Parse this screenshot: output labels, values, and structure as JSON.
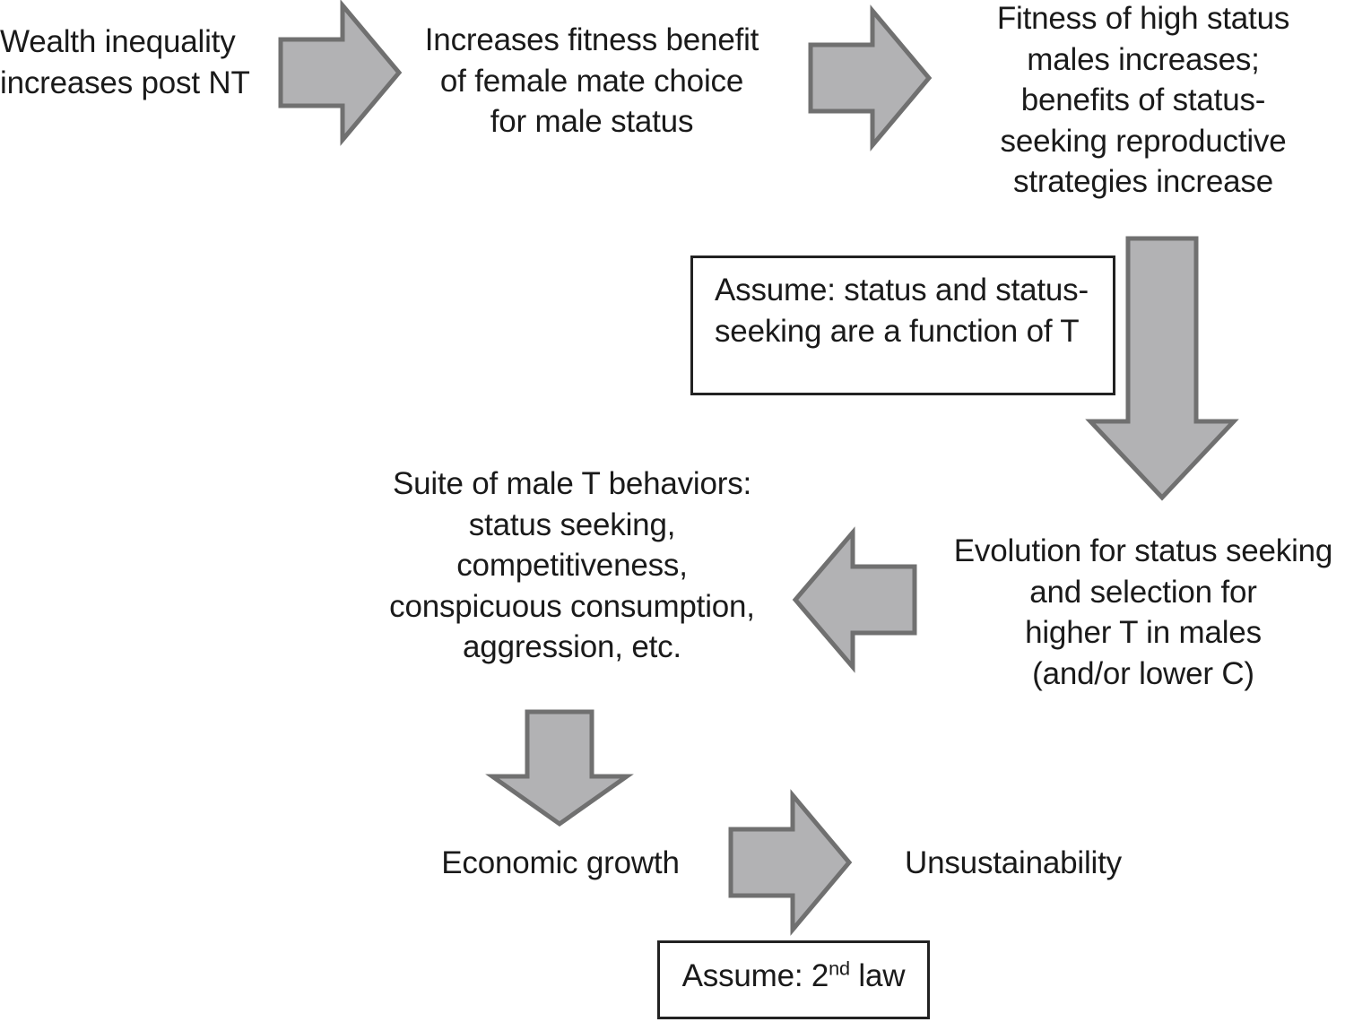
{
  "figure": {
    "type": "flowchart",
    "background_color": "#ffffff",
    "arrow_fill_color": "#b2b2b4",
    "arrow_stroke_color": "#707070",
    "text_color": "#1a1a1a",
    "box_border_color": "#222222"
  },
  "nodes": {
    "wealth_inequality": "Wealth inequality\nincreases post NT",
    "fitness_benefit": "Increases fitness benefit\nof female mate choice\nfor male status",
    "high_status_fitness": "Fitness of high status\nmales increases;\nbenefits of status-\nseeking reproductive\nstrategies increase",
    "evolution_status": "Evolution for status seeking\nand selection for\nhigher T in males\n(and/or lower C)",
    "male_t_behaviors": "Suite of male T behaviors:\nstatus seeking,\ncompetitiveness,\nconspicuous consumption,\naggression, etc.",
    "economic_growth": "Economic growth",
    "unsustainability": "Unsustainability"
  },
  "assumption_boxes": {
    "status_function_of_t": "Assume: status and status-\nseeking are a function of T",
    "second_law_prefix": "Assume: 2",
    "second_law_sup": "nd",
    "second_law_suffix": " law"
  },
  "arrows": [
    {
      "name": "arrow-wealth-to-fitness",
      "direction": "right"
    },
    {
      "name": "arrow-fitness-to-high-status",
      "direction": "right"
    },
    {
      "name": "arrow-high-status-to-evolution",
      "direction": "down"
    },
    {
      "name": "arrow-evolution-to-behaviors",
      "direction": "left"
    },
    {
      "name": "arrow-behaviors-to-growth",
      "direction": "down"
    },
    {
      "name": "arrow-growth-to-unsustainability",
      "direction": "right"
    }
  ]
}
